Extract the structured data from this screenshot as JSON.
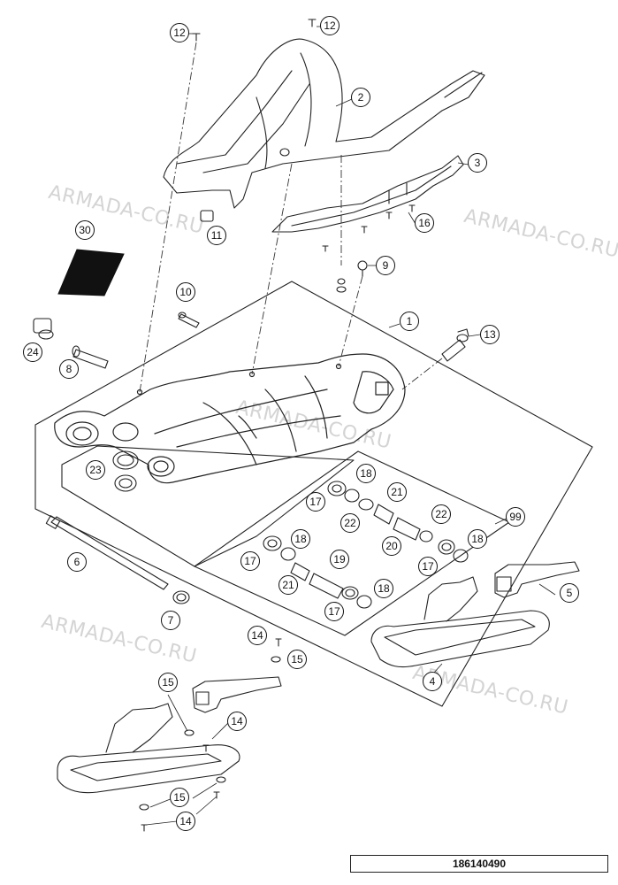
{
  "watermark": "ARMADA-CO.RU",
  "reference_number": "186140490",
  "callouts": {
    "c30": "30",
    "c24": "24",
    "c8": "8",
    "c10": "10",
    "c11": "11",
    "c12a": "12",
    "c12b": "12",
    "c2": "2",
    "c3": "3",
    "c16": "16",
    "c9": "9",
    "c1": "1",
    "c13": "13",
    "c23": "23",
    "c6": "6",
    "c7": "7",
    "c99": "99",
    "c5": "5",
    "c4": "4",
    "c17a": "17",
    "c18a": "18",
    "c21a": "21",
    "c22a": "22",
    "c20": "20",
    "c22b": "22",
    "c18b": "18",
    "c17b": "17",
    "c18c": "18",
    "c17c": "17",
    "c19": "19",
    "c21b": "21",
    "c17d": "17",
    "c18d": "18",
    "c14a": "14",
    "c15a": "15",
    "c15b": "15",
    "c14b": "14",
    "c15c": "15",
    "c14c": "14"
  }
}
